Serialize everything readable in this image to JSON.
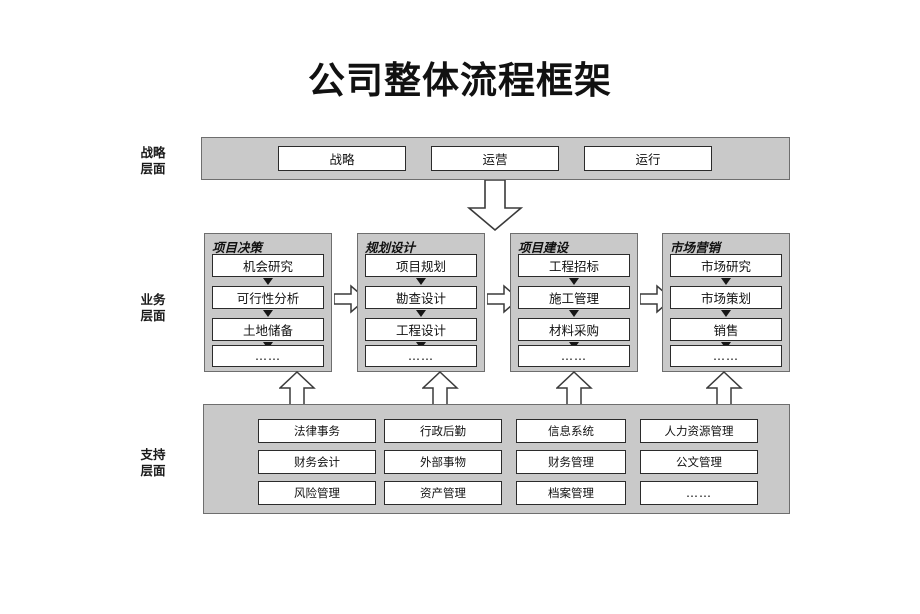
{
  "title": "公司整体流程框架",
  "layers": [
    {
      "name": "strategy-layer",
      "line1": "战略",
      "line2": "层面"
    },
    {
      "name": "business-layer",
      "line1": "业务",
      "line2": "层面"
    },
    {
      "name": "support-layer",
      "line1": "支持",
      "line2": "层面"
    }
  ],
  "strategy": {
    "boxes": [
      {
        "label": "战略"
      },
      {
        "label": "运营"
      },
      {
        "label": "运行"
      }
    ]
  },
  "business": {
    "columns": [
      {
        "header": "项目决策",
        "steps": [
          {
            "label": "机会研究"
          },
          {
            "label": "可行性分析"
          },
          {
            "label": "土地储备"
          },
          {
            "label": "……"
          }
        ]
      },
      {
        "header": "规划设计",
        "steps": [
          {
            "label": "项目规划"
          },
          {
            "label": "勘查设计"
          },
          {
            "label": "工程设计"
          },
          {
            "label": "……"
          }
        ]
      },
      {
        "header": "项目建设",
        "steps": [
          {
            "label": "工程招标"
          },
          {
            "label": "施工管理"
          },
          {
            "label": "材料采购"
          },
          {
            "label": "……"
          }
        ]
      },
      {
        "header": "市场营销",
        "steps": [
          {
            "label": "市场研究"
          },
          {
            "label": "市场策划"
          },
          {
            "label": "销售"
          },
          {
            "label": "……"
          }
        ]
      }
    ]
  },
  "support": {
    "columns": [
      {
        "items": [
          {
            "label": "法律事务"
          },
          {
            "label": "财务会计"
          },
          {
            "label": "风险管理"
          }
        ]
      },
      {
        "items": [
          {
            "label": "行政后勤"
          },
          {
            "label": "外部事物"
          },
          {
            "label": "资产管理"
          }
        ]
      },
      {
        "items": [
          {
            "label": "信息系统"
          },
          {
            "label": "财务管理"
          },
          {
            "label": "档案管理"
          }
        ]
      },
      {
        "items": [
          {
            "label": "人力资源管理"
          },
          {
            "label": "公文管理"
          },
          {
            "label": "……"
          }
        ]
      }
    ]
  },
  "connectors": {
    "strategy_to_business": "down-block-arrow",
    "between_columns": "right-block-arrow",
    "support_to_business": "up-block-arrow"
  },
  "colors": {
    "panel_fill": "#c9c9c9",
    "panel_stroke": "#6e6e6e",
    "box_fill": "#ffffff",
    "box_stroke": "#2b2b2b",
    "text": "#111111",
    "arrow_fill": "#ffffff",
    "arrow_stroke": "#3a3a3a"
  }
}
